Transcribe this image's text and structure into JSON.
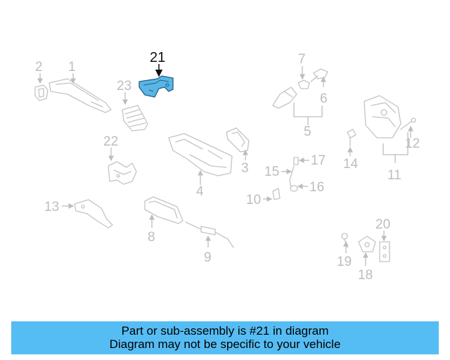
{
  "diagram": {
    "highlighted_part": "21",
    "callouts": [
      "1",
      "2",
      "3",
      "4",
      "5",
      "6",
      "7",
      "8",
      "9",
      "10",
      "11",
      "12",
      "13",
      "14",
      "15",
      "16",
      "17",
      "18",
      "19",
      "20",
      "21",
      "22",
      "23"
    ]
  },
  "colors": {
    "highlight_fill": "#5ab6e6",
    "highlight_stroke": "#1d5f86",
    "banner_background": "#56bdf4",
    "part_outline": "#c4c4c4"
  },
  "banner": {
    "line1": "Part or sub-assembly is #21 in diagram",
    "line2": "Diagram may not be specific to your vehicle"
  }
}
